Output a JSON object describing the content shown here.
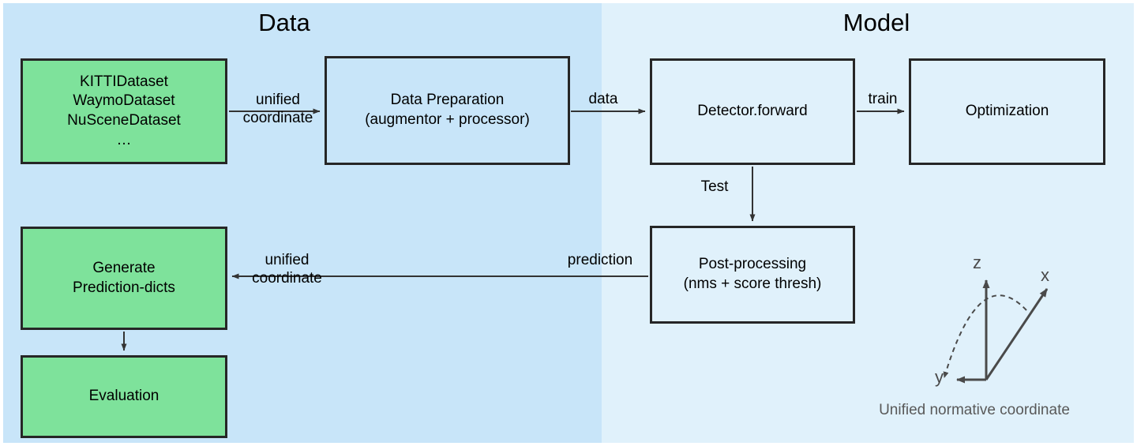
{
  "panels": {
    "data": {
      "title": "Data",
      "bg": "#c8e5f9"
    },
    "model": {
      "title": "Model",
      "bg": "#e0f1fb"
    }
  },
  "colors": {
    "green_node": "#7ee29b",
    "node_border": "#262626",
    "arrow": "#333333",
    "coord_gray": "#595959"
  },
  "nodes": {
    "datasets": "KITTIDataset\nWaymoDataset\nNuSceneDataset\n…",
    "data_preparation": "Data Preparation\n(augmentor + processor)",
    "detector": "Detector.forward",
    "optimization": "Optimization",
    "post_processing": "Post-processing\n(nms + score thresh)",
    "generate_prediction_dicts": "Generate\nPrediction-dicts",
    "evaluation": "Evaluation"
  },
  "edges": {
    "unified_coordinate_top": "unified\ncoordinate",
    "data": "data",
    "train": "train",
    "test": "Test",
    "prediction": "prediction",
    "unified_coordinate_bottom": "unified\ncoordinate"
  },
  "coordinate_figure": {
    "axis_z": "z",
    "axis_x": "x",
    "axis_y": "y",
    "caption": "Unified normative coordinate"
  }
}
